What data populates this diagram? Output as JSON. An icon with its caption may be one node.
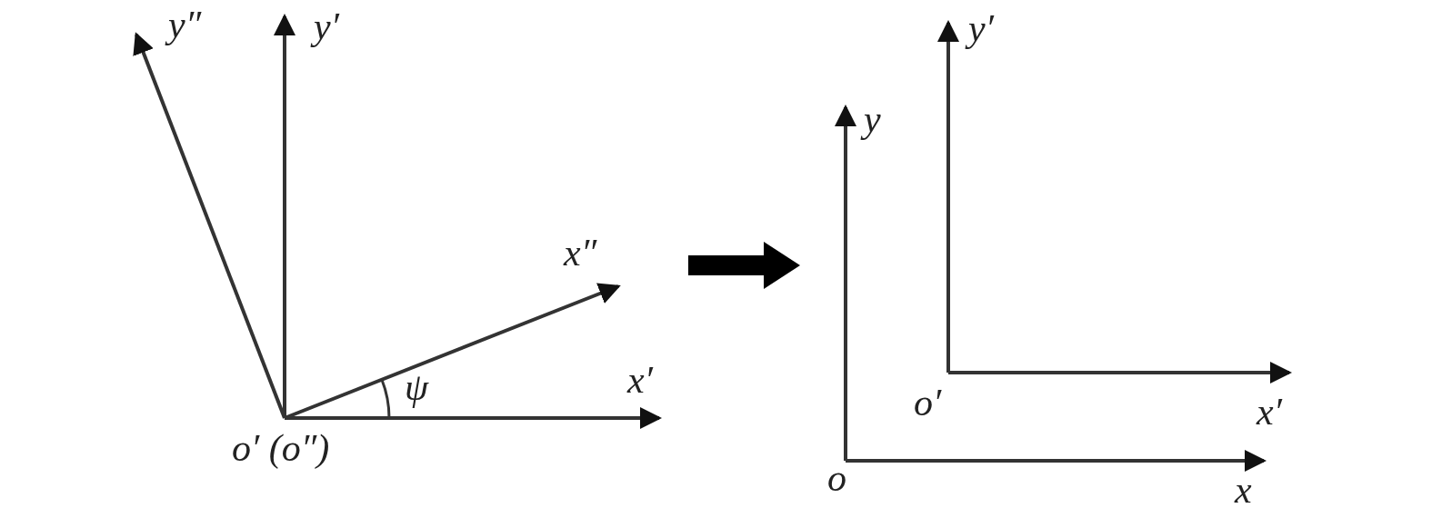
{
  "diagram": {
    "nodes": [
      {
        "text": [],
        "shape": "picture"
      },
      {
        "text": [],
        "shape": "picture"
      }
    ],
    "edges": [
      {
        "from": 0,
        "to": 1,
        "arrow": "to"
      }
    ],
    "labels": [
      "y″",
      "y′",
      "x″",
      "ψ",
      "x′",
      "o′ (o″)",
      "y′",
      "y",
      "o′",
      "x′",
      "o",
      "x"
    ]
  }
}
